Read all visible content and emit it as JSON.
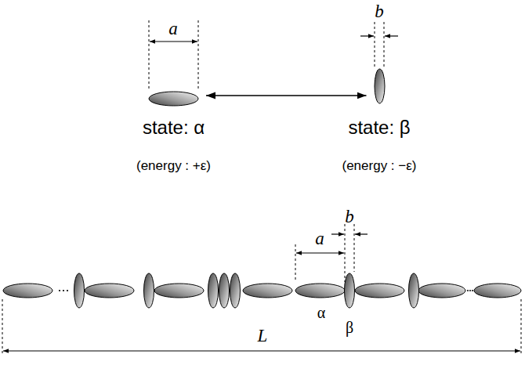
{
  "diagram": {
    "nodes": [
      {
        "text": [
          "state: α",
          "(energy : +ε)"
        ]
      },
      {
        "text": [
          "state: β",
          "(energy : −ε)"
        ]
      }
    ],
    "edges": [
      {
        "from": 0,
        "to": 1,
        "arrow": "both"
      }
    ],
    "labels": [
      "a",
      "b",
      "a",
      "b",
      "α",
      "β",
      "L"
    ]
  }
}
